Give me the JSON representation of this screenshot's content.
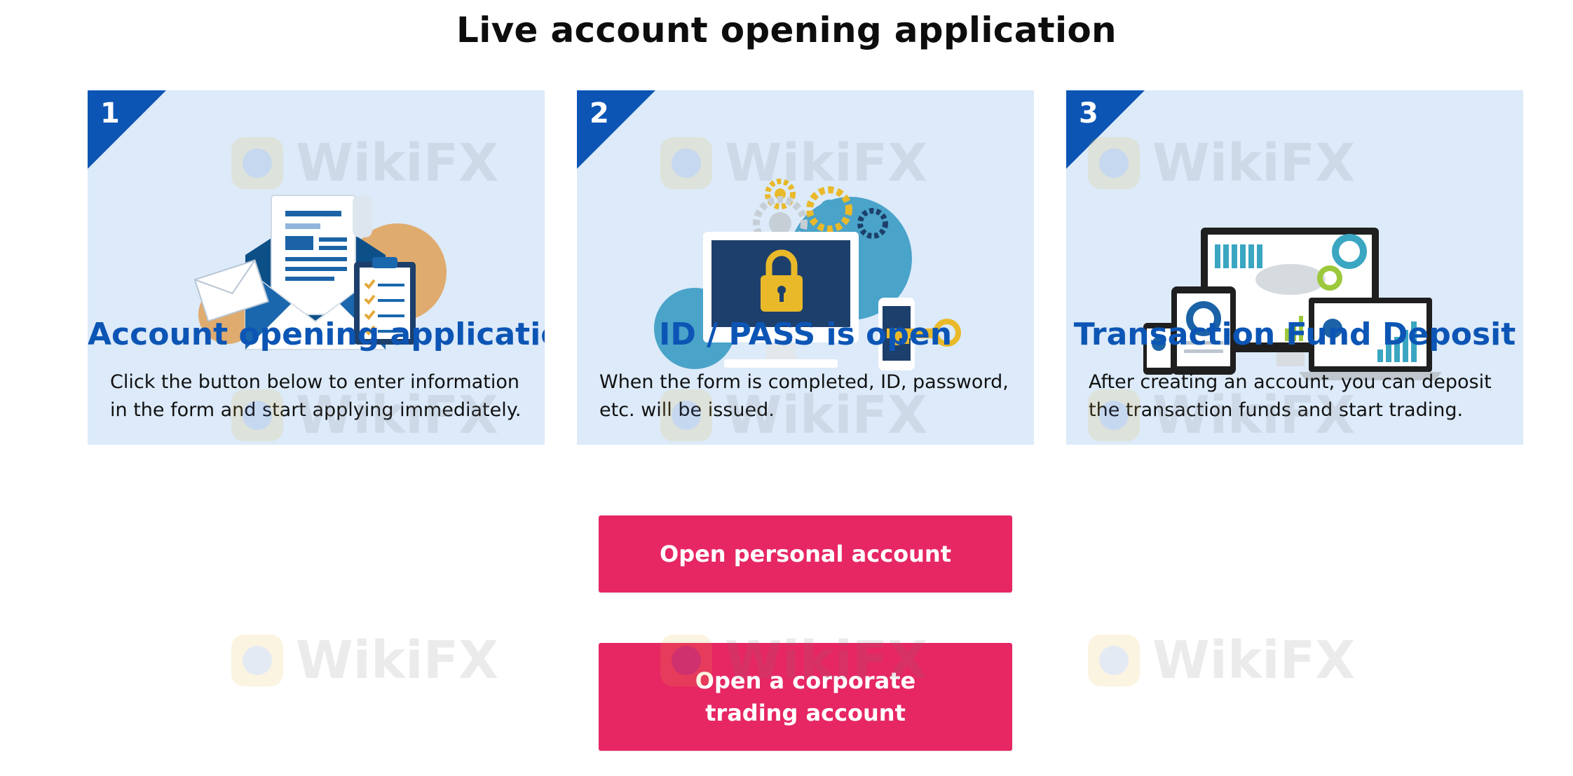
{
  "page": {
    "title": "Live account opening application"
  },
  "steps": [
    {
      "number": "1",
      "title": "Account opening application",
      "description": "Click the button below to enter information in the form and start applying immediately."
    },
    {
      "number": "2",
      "title": "ID / PASS is open",
      "description": "When the form is completed, ID, password, etc. will be issued."
    },
    {
      "number": "3",
      "title": "Transaction Fund Deposit",
      "description": "After creating an account, you can deposit the transaction funds and start trading."
    }
  ],
  "buttons": {
    "personal": "Open personal account",
    "corporate": "Open a corporate trading account"
  },
  "watermark": {
    "text": "WikiFX"
  },
  "colors": {
    "card_bg": "#dceaf9",
    "accent_blue": "#0c55b5",
    "button_pink": "#e62763"
  },
  "icons": {
    "step1": "mail-document-checklist-illustration",
    "step2": "computer-lock-key-illustration",
    "step3": "multi-device-dashboard-illustration"
  }
}
